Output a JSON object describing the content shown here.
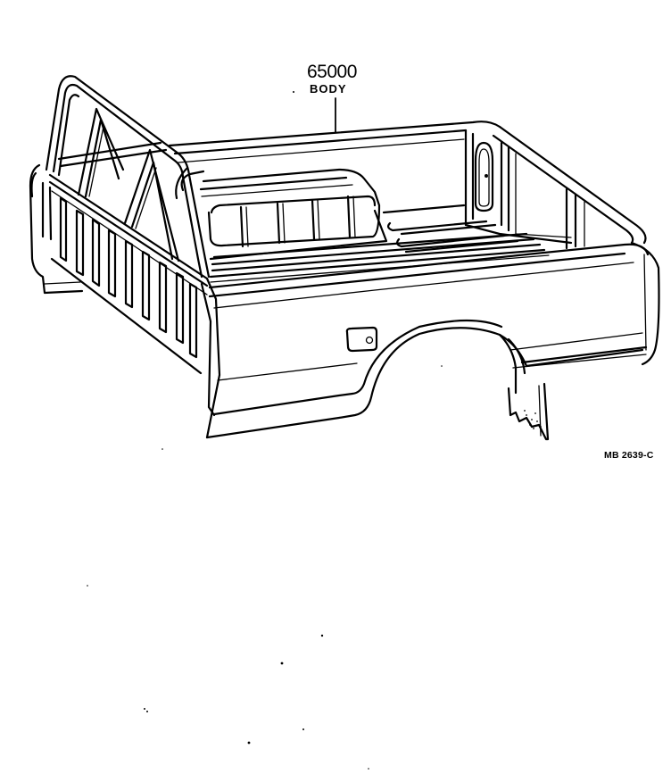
{
  "callout": {
    "part_number": "65000",
    "part_name": "BODY"
  },
  "reference_code": "MB 2639-C",
  "illustration": {
    "subject": "pickup-truck-bed-with-roll-bar",
    "line_color": "#000000",
    "background_color": "#ffffff"
  }
}
